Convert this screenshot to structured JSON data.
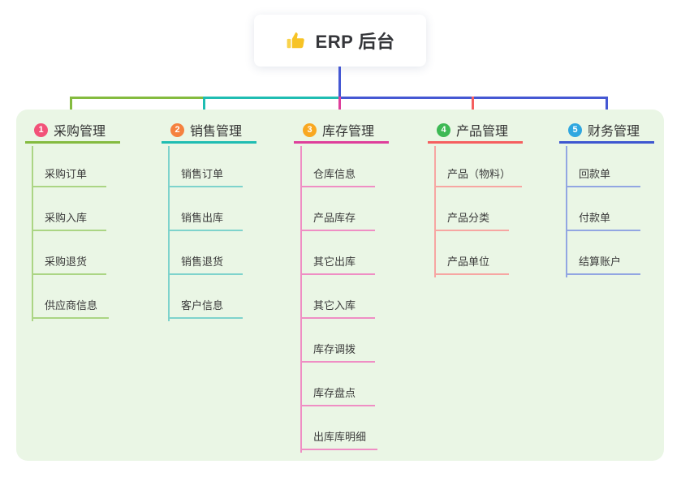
{
  "root": {
    "icon": "thumbs-up-icon",
    "title": "ERP 后台"
  },
  "colors": {
    "panel_bg": "#EAF6E5",
    "root_connector": "#4558D3",
    "branch1_line": "#84BB3F",
    "branch2_line": "#1FBDB2",
    "branch3_line": "#DE3F9B",
    "branch4_line": "#F55F5F",
    "branch5_line": "#3E57D0",
    "badge1": "#F25278",
    "badge2": "#F5813F",
    "badge3": "#F9A821",
    "badge4": "#3DB954",
    "badge5": "#2FA7E0"
  },
  "branches": [
    {
      "num": "1",
      "label": "采购管理",
      "children": [
        "采购订单",
        "采购入库",
        "采购退货",
        "供应商信息"
      ]
    },
    {
      "num": "2",
      "label": "销售管理",
      "children": [
        "销售订单",
        "销售出库",
        "销售退货",
        "客户信息"
      ]
    },
    {
      "num": "3",
      "label": "库存管理",
      "children": [
        "仓库信息",
        "产品库存",
        "其它出库",
        "其它入库",
        "库存调拨",
        "库存盘点",
        "出库库明细"
      ]
    },
    {
      "num": "4",
      "label": "产品管理",
      "children": [
        "产品（物料）",
        "产品分类",
        "产品单位"
      ]
    },
    {
      "num": "5",
      "label": "财务管理",
      "children": [
        "回款单",
        "付款单",
        "结算账户"
      ]
    }
  ]
}
